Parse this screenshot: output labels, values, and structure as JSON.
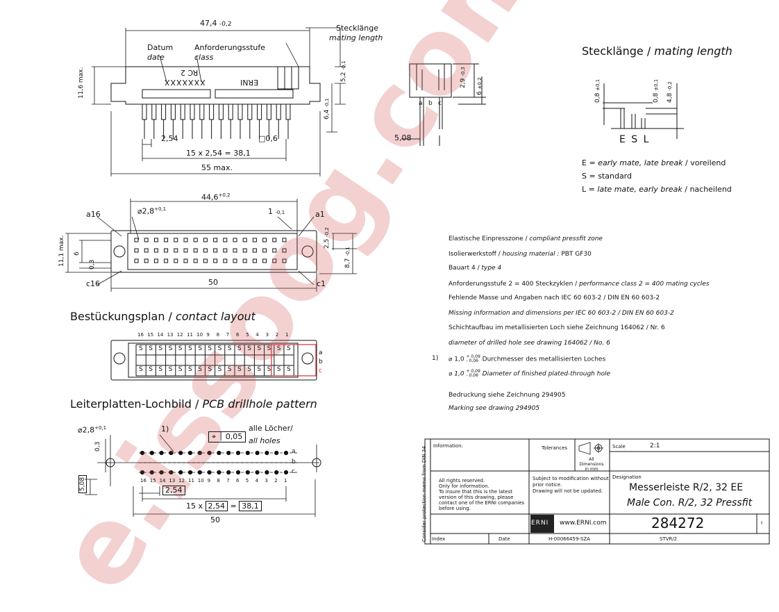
{
  "watermark": "e.issoog.com",
  "top_view": {
    "dim_width": "47,4",
    "dim_width_tol": "-0,2",
    "steck_de": "Stecklänge",
    "steck_en": "mating length",
    "datum_de": "Datum",
    "datum_en": "date",
    "anford_de": "Anforderungsstufe",
    "anford_en": "class",
    "marking_rc": "RC 2",
    "marking_x": "XXXXXXX",
    "marking_erni": "ERNI",
    "dim_height": "11,6 max.",
    "dim_52": "5,2",
    "dim_52_tol": "-0,1",
    "dim_64": "6,4",
    "dim_64_tol": "-0,1",
    "dim_254": "2,54",
    "dim_06": "□0,6",
    "dim_pitch": "15 x 2,54 = 38,1",
    "dim_55": "55  max."
  },
  "side_view": {
    "rows": [
      "a",
      "b",
      "c"
    ],
    "dim_29": "2,9",
    "dim_29_tol": "-0,3",
    "dim_6": "6",
    "dim_6_tol": "±0,2",
    "dim_508": "5,08"
  },
  "mating": {
    "title_de": "Stecklänge",
    "title_en": "mating length",
    "dim_08a": "0,8",
    "dim_08a_tol": "±0,1",
    "dim_08b": "0,8",
    "dim_08b_tol": "±0,1",
    "dim_48": "4,8",
    "dim_48_tol": "-0,2",
    "esl": "E S L",
    "legend": [
      {
        "key": "E =",
        "en": "early mate, late break",
        "de": "voreilend"
      },
      {
        "key": "S =",
        "en": "",
        "de": "standard"
      },
      {
        "key": "L =",
        "en": "late mate, early break",
        "de": "nacheilend"
      }
    ]
  },
  "front_view": {
    "dim_446": "44,6",
    "dim_446_tol": "+0,2",
    "dim_28": "⌀2,8",
    "dim_28_tol": "+0,1",
    "dim_1": "1",
    "dim_1_tol": "-0,1",
    "a16": "a16",
    "a1": "a1",
    "c16": "c16",
    "c1": "c1",
    "dim_111": "11,1 max.",
    "dim_6": "6",
    "dim_03": "0,3",
    "dim_25": "2,5",
    "dim_25_tol": "-0,2",
    "dim_87": "8,7",
    "dim_87_tol": "-0,1",
    "dim_50": "50"
  },
  "notes": [
    {
      "de": "Elastische Einpresszone /",
      "en": "compliant pressfit zone"
    },
    {
      "de": "Isolierwerkstoff /",
      "en": "housing material :",
      "tail": "PBT GF30"
    },
    {
      "de": "Bauart 4 /",
      "en": "type 4"
    },
    {
      "de": "Anforderungsstufe 2 = 400 Steckzyklen /",
      "en": "performance class 2 = 400 mating cycles"
    },
    {
      "de": "Fehlende Masse und Angaben nach IEC 60 603-2 / DIN EN 60 603-2",
      "en": ""
    },
    {
      "de": "",
      "en": "Missing information and dimensions per IEC 60 603-2 / DIN EN 60 603-2"
    },
    {
      "de": "Schichtaufbau im metallisierten Loch siehe Zeichnung 164062 / Nr. 6",
      "en": ""
    },
    {
      "de": "",
      "en": "diameter of drilled hole see drawing 164062 / No. 6"
    }
  ],
  "hole_note": {
    "ref": "1)",
    "d1": "⌀ 1,0",
    "tol_up": "+ 0,09",
    "tol_dn": "- 0,06",
    "de": "Durchmesser des metallisierten Loches",
    "en": "Diameter of finished plated-through hole"
  },
  "marking_note": {
    "de": "Bedruckung siehe Zeichnung 294905",
    "en": "Marking see drawing 294905"
  },
  "contact_layout": {
    "title_de": "Bestückungsplan /",
    "title_en": "contact layout",
    "numbers": [
      "16",
      "15",
      "14",
      "13",
      "12",
      "11",
      "10",
      "9",
      "8",
      "7",
      "6",
      "5",
      "4",
      "3",
      "2",
      "1"
    ],
    "cell": "S",
    "rows": [
      "a",
      "b",
      "c"
    ]
  },
  "pcb": {
    "title_de": "Leiterplatten-Lochbild /",
    "title_en": "PCB drillhole pattern",
    "dim_28": "⌀2,8",
    "dim_28_tol": "+0,1",
    "ref": "1)",
    "alle_de": "alle Löcher/",
    "alle_en": "all holes",
    "tol_pos": "0,05",
    "dim_03": "0,3",
    "rows": [
      "a",
      "b",
      "c"
    ],
    "numbers": [
      "16",
      "15",
      "14",
      "13",
      "12",
      "11",
      "10",
      "9",
      "8",
      "7",
      "6",
      "5",
      "4",
      "3",
      "2",
      "1"
    ],
    "dim_508": "5,08",
    "dim_254": "2,54",
    "pitch_pre": "15 x",
    "pitch_mid": "2,54",
    "pitch_eq": "=",
    "pitch_res": "38,1",
    "dim_50": "50"
  },
  "title_block": {
    "side_note": "Consider protection memo from DIN 34",
    "information": "Information:",
    "tolerances": "Tolerances",
    "all_dims": "All Dimensions in mm",
    "scale_label": "Scale",
    "scale": "2:1",
    "designation_label": "Designation",
    "designation_de": "Messerleiste R/2, 32 EE",
    "designation_en": "Male Con. R/2, 32 Pressfit",
    "rights": [
      "All rights reserved.",
      "Only for information.",
      "To insure that this is the latest",
      "version of this drawing, please",
      "contact one of the ERNI companies",
      "before using."
    ],
    "subject": [
      "Subject to modification without",
      "prior notice.",
      "Drawing will not be updated."
    ],
    "erni_logo": "ERNI",
    "url": "www.ERNI.com",
    "drawing_no": "284272",
    "sheet": "I",
    "index": "Index",
    "date": "Date",
    "code": "H-00066459-SZA",
    "stvr": "STVR/2"
  }
}
